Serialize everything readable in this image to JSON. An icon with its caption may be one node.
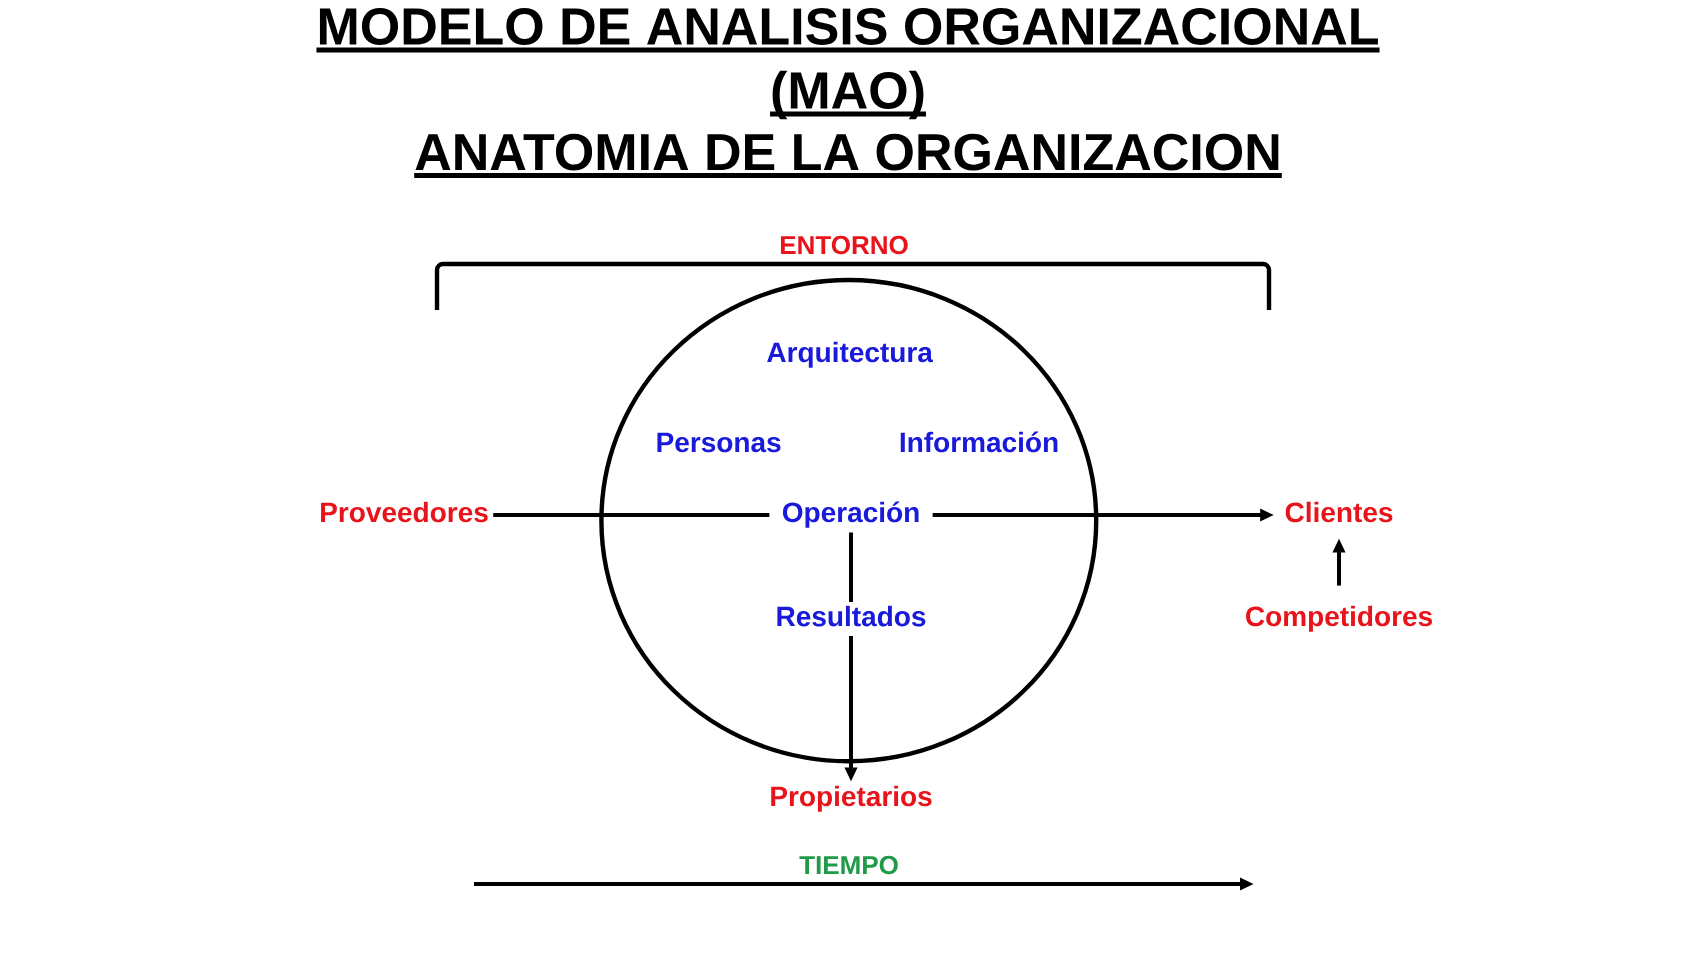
{
  "diagram": {
    "title": "MODELO DE ANALISIS ORGANIZACIONAL (MAO)",
    "nodes": [
      {
        "text": [
          "Arquitectura",
          "Personas",
          "Información"
        ]
      },
      {
        "text": [
          "Proveedores"
        ]
      },
      {
        "text": [
          "Operación"
        ],
        "in": 0
      },
      {
        "text": [
          "Clientes"
        ]
      },
      {
        "text": [
          "Competidores"
        ]
      },
      {
        "text": [
          "Propietarios"
        ]
      }
    ],
    "edges": [
      {
        "from": 1,
        "to": 2,
        "arrow": "none"
      },
      {
        "from": 2,
        "to": 3,
        "arrow": "to"
      },
      {
        "from": 2,
        "to": 5,
        "arrow": "to",
        "label": "Resultados"
      },
      {
        "from": 4,
        "to": 3,
        "arrow": "to"
      }
    ],
    "labels": [
      "ANATOMIA DE LA ORGANIZACION",
      "ENTORNO",
      "TIEMPO"
    ]
  }
}
